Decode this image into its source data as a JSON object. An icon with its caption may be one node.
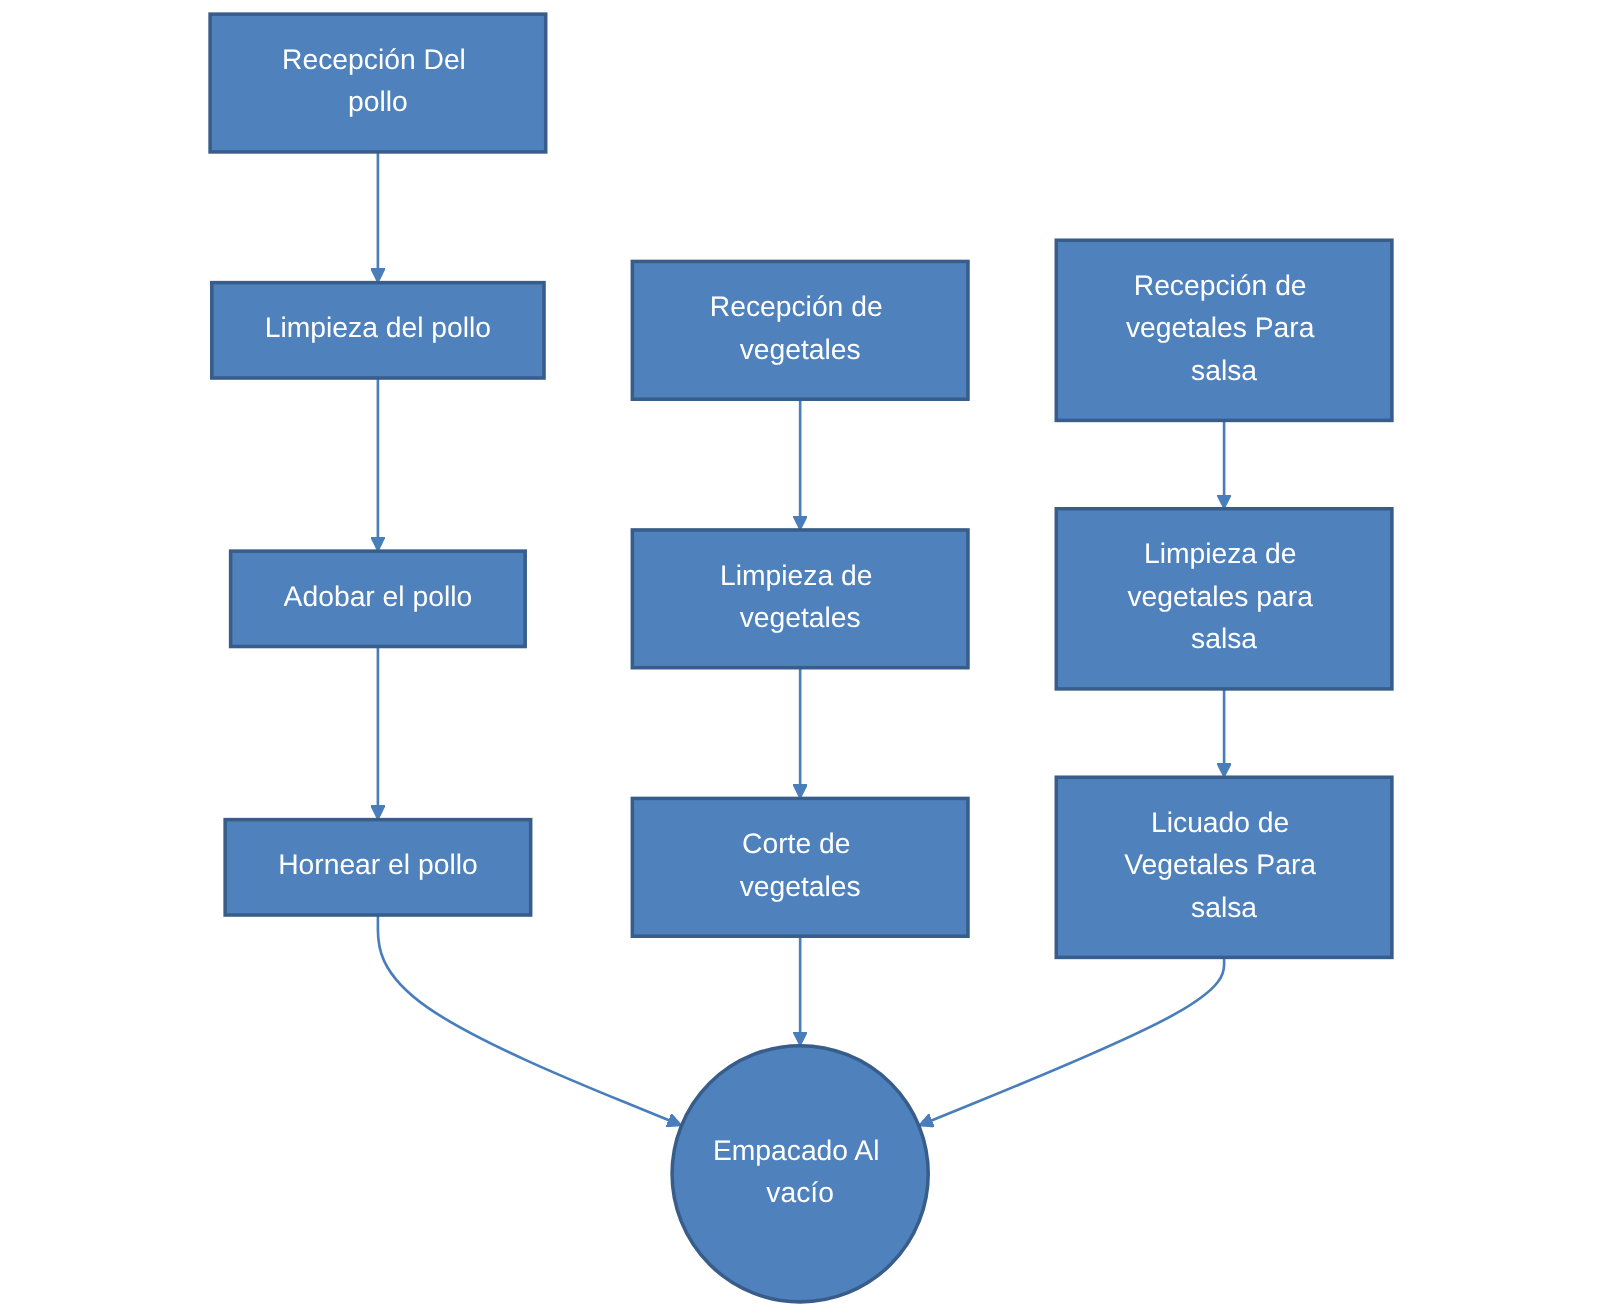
{
  "diagram": {
    "nodes": [
      {
        "text": [
          "Recepción Del pollo"
        ]
      },
      {
        "text": [
          "Limpieza del pollo"
        ]
      },
      {
        "text": [
          "Adobar el pollo"
        ]
      },
      {
        "text": [
          "Hornear el pollo"
        ]
      },
      {
        "text": [
          "Empacado Al vacío"
        ]
      },
      {
        "text": [
          "Recepción de vegetales"
        ]
      },
      {
        "text": [
          "Limpieza de vegetales"
        ]
      },
      {
        "text": [
          "Corte de vegetales"
        ]
      },
      {
        "text": [
          "Recepción de vegetales Para salsa"
        ]
      },
      {
        "text": [
          "Limpieza de vegetales para salsa"
        ]
      },
      {
        "text": [
          "Licuado de Vegetales Para salsa"
        ]
      }
    ],
    "edges": [
      {
        "from": 0,
        "to": 1,
        "arrow": "to"
      },
      {
        "from": 1,
        "to": 2,
        "arrow": "to"
      },
      {
        "from": 2,
        "to": 3,
        "arrow": "to"
      },
      {
        "from": 3,
        "to": 4,
        "arrow": "to"
      },
      {
        "from": 7,
        "to": 4,
        "arrow": "to"
      },
      {
        "from": 10,
        "to": 4,
        "arrow": "to"
      },
      {
        "from": 5,
        "to": 6,
        "arrow": "to"
      },
      {
        "from": 6,
        "to": 7,
        "arrow": "to"
      },
      {
        "from": 8,
        "to": 9,
        "arrow": "to"
      },
      {
        "from": 9,
        "to": 10,
        "arrow": "to"
      }
    ]
  }
}
